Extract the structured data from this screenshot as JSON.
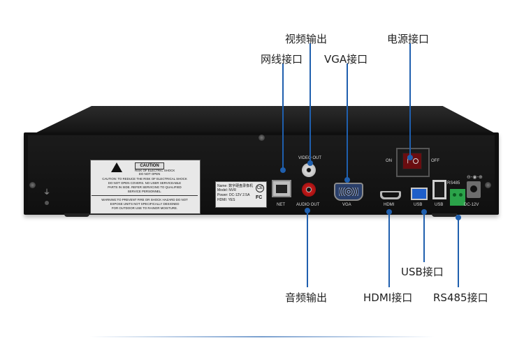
{
  "callouts": {
    "video_out": "视频输出",
    "network": "网线接口",
    "vga": "VGA接口",
    "power": "电源接口",
    "usb": "USB接口",
    "audio_out": "音频输出",
    "hdmi": "HDMI接口",
    "rs485": "RS485接口"
  },
  "panel_labels": {
    "video_out": "VIDEO OUT",
    "net": "NET",
    "audio_out": "AUDIO OUT",
    "vga": "VGA",
    "hdmi": "HDMI",
    "usb_1": "USB",
    "usb_2": "USB",
    "on": "ON",
    "off": "OFF",
    "rs485": "RS485",
    "dc": "DC-12V"
  },
  "caution_label": {
    "title": "CAUTION",
    "sub1": "RISK OF ELECTRIC SHOCK",
    "sub2": "DO NOT OPEN",
    "line1": "CAUTION: TO REDUCE THE RISK OF ELECTRICAL SHOCK",
    "line2": "DO NOT OPEN COVERS. NO USER SERVICEABLE",
    "line3": "PARTS IN SIDE. REFER SERVICING TO QUALIFIED",
    "line4": "SERVICE PERSONNEL.",
    "line5": "WARNING:TO PREVENT FIRE OR SHOCK HAZARD DO NOT",
    "line6": "EXPOSE UNITS NOT SPECIFICALLY DESIGNED",
    "line7": "FOR OUTDOOR USE TO RAINOR MOISTURE."
  },
  "name_label": {
    "name": "Name:  数字硬盘录像机",
    "model": "Model:  NVR",
    "power": "Power:  DC-12V 2.5A",
    "hdmi": "HDMI:  YES",
    "fc": "FC"
  },
  "colors": {
    "accent_line": "#1f5fae",
    "device_body": "#121212",
    "usb3_blue": "#1e5ec9",
    "terminal_green": "#2ba34a",
    "switch_red": "#6a0d10"
  }
}
